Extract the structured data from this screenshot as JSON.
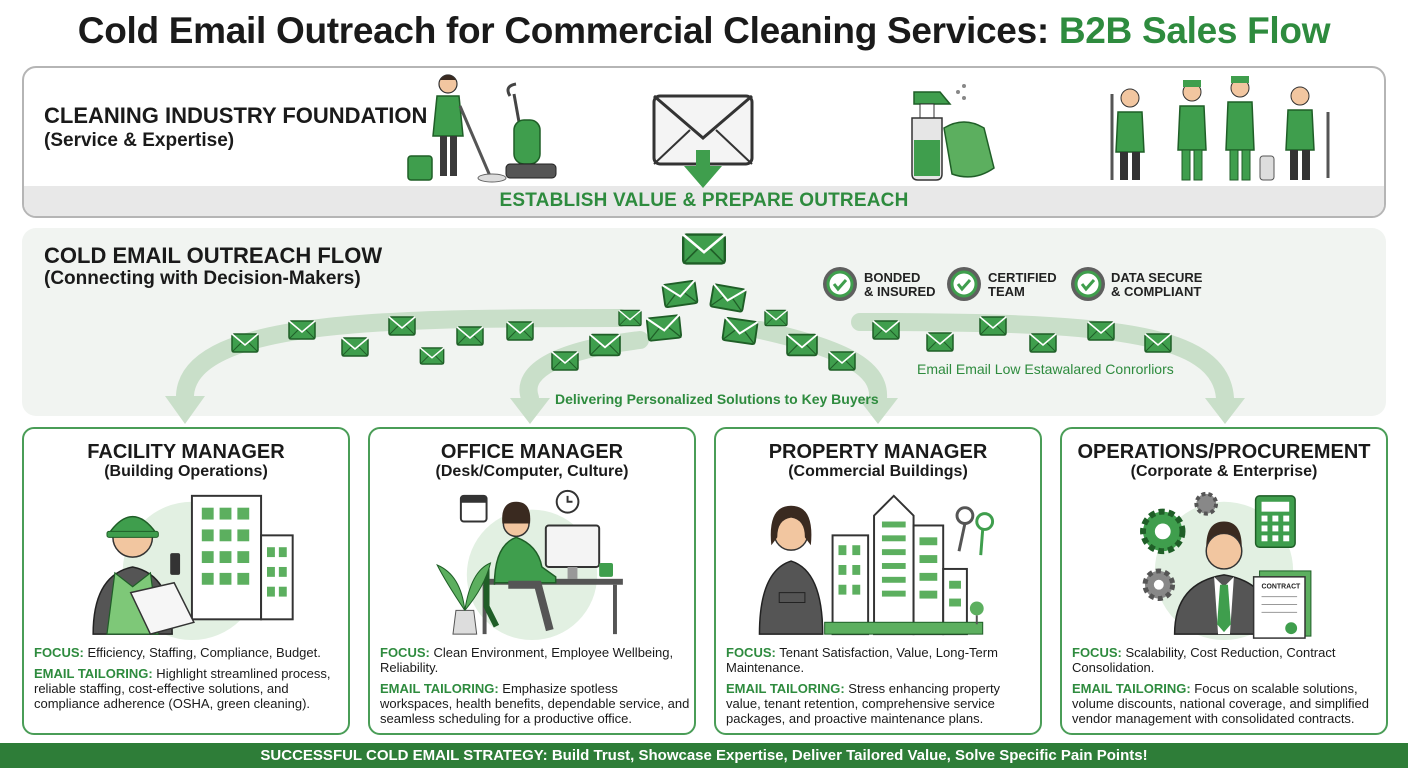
{
  "title": {
    "main": "Cold Email Outreach for Commercial Cleaning Services:",
    "accent": "B2B Sales Flow"
  },
  "foundation": {
    "heading": "CLEANING INDUSTRY FOUNDATION",
    "subheading": "(Service & Expertise)",
    "band": "ESTABLISH VALUE & PREPARE OUTREACH"
  },
  "flow": {
    "heading": "COLD EMAIL OUTREACH FLOW",
    "subheading": "(Connecting with Decision-Makers)",
    "badges": [
      {
        "line1": "BONDED",
        "line2": "& INSURED"
      },
      {
        "line1": "CERTIFIED",
        "line2": "TEAM"
      },
      {
        "line1": "DATA SECURE",
        "line2": "& COMPLIANT"
      }
    ],
    "caption_center": "Delivering Personalized Solutions to Key Buyers",
    "caption_right": "Email Email Low Estawalared Conrorliors"
  },
  "cards": [
    {
      "title": "FACILITY MANAGER",
      "subtitle": "(Building Operations)",
      "focus_label": "FOCUS:",
      "focus": " Efficiency, Staffing, Compliance, Budget.",
      "tailoring_label": "EMAIL TAILORING:",
      "tailoring": " Highlight streamlined process, reliable staffing, cost-effective solutions, and compliance adherence (OSHA, green cleaning)."
    },
    {
      "title": "OFFICE MANAGER",
      "subtitle": "(Desk/Computer, Culture)",
      "focus_label": "FOCUS:",
      "focus": " Clean Environment, Employee Wellbeing, Reliability.",
      "tailoring_label": "EMAIL TAILORING:",
      "tailoring": " Emphasize spotless workspaces, health benefits, dependable service, and seamless scheduling for a productive office."
    },
    {
      "title": "PROPERTY MANAGER",
      "subtitle": "(Commercial Buildings)",
      "focus_label": "FOCUS:",
      "focus": " Tenant Satisfaction, Value, Long-Term Maintenance.",
      "tailoring_label": "EMAIL TAILORING:",
      "tailoring": " Stress enhancing property value, tenant retention, comprehensive service packages, and proactive maintenance plans."
    },
    {
      "title": "OPERATIONS/PROCUREMENT",
      "subtitle": "(Corporate & Enterprise)",
      "focus_label": "FOCUS:",
      "focus": " Scalability, Cost Reduction, Contract Consolidation.",
      "tailoring_label": "EMAIL TAILORING:",
      "tailoring": " Focus on scalable solutions, volume discounts, national coverage, and simplified vendor management with consolidated contracts."
    }
  ],
  "contract_label": "CONTRACT",
  "footer": "SUCCESSFUL COLD EMAIL STRATEGY: Build Trust, Showcase Expertise, Deliver Tailored Value, Solve Specific Pain Points!",
  "colors": {
    "accent": "#2e8b3e",
    "accent_light": "#cfe6cf",
    "footer_bg": "#2e7d38",
    "card_border": "#4a9d57"
  }
}
